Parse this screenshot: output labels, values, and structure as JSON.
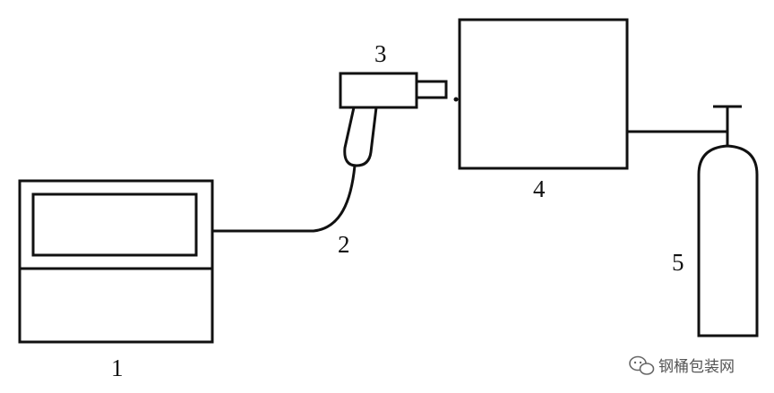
{
  "labels": {
    "item1": "1",
    "item2": "2",
    "item3": "3",
    "item4": "4",
    "item5": "5"
  },
  "watermark": {
    "text": "钢桶包装网",
    "icon": "wechat-icon"
  },
  "colors": {
    "line": "#111111",
    "background": "#ffffff",
    "watermark": "#555555"
  }
}
